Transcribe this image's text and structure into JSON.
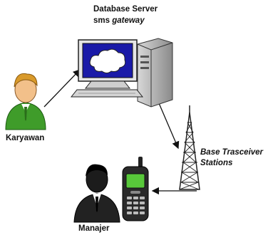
{
  "labels": {
    "server_line1": "Database Server",
    "server_line2_plain": "sms ",
    "server_line2_italic": "gateway",
    "employee": "Karyawan",
    "bts_line1": "Base Trasceiver",
    "bts_line2": "Stations",
    "manager": "Manajer"
  },
  "icons": {
    "employee": "person-green-shirt-icon",
    "computer": "desktop-computer-icon",
    "tower": "radio-tower-icon",
    "phone": "mobile-phone-icon",
    "manager": "person-black-suit-icon"
  },
  "colors": {
    "monitor_screen": "#1a1aa8",
    "skin": "#f2c08a",
    "hair": "#d99a2b",
    "shirt": "#3f9c2a",
    "phone_screen": "#58c83a",
    "suit": "#222222"
  }
}
